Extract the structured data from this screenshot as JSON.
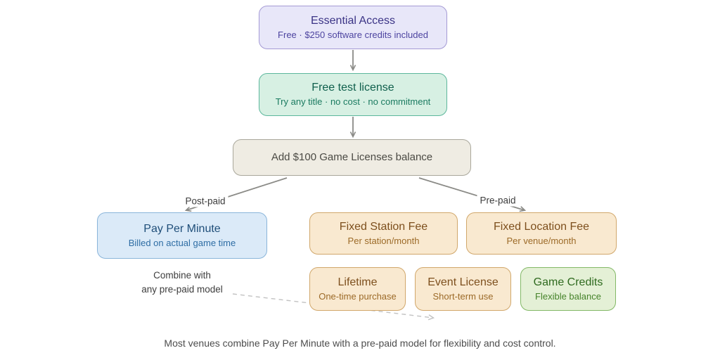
{
  "diagram": {
    "nodes": [
      {
        "id": "essential-access",
        "title": "Essential Access",
        "subtitle": "Free · $250 software credits included"
      },
      {
        "id": "free-test-license",
        "title": "Free test license",
        "subtitle": "Try any title · no cost · no commitment"
      },
      {
        "id": "add-balance",
        "title": "Add $100 Game Licenses balance",
        "subtitle": ""
      },
      {
        "id": "pay-per-minute",
        "title": "Pay Per Minute",
        "subtitle": "Billed on actual game time"
      },
      {
        "id": "fixed-station-fee",
        "title": "Fixed Station Fee",
        "subtitle": "Per station/month"
      },
      {
        "id": "fixed-location-fee",
        "title": "Fixed Location Fee",
        "subtitle": "Per venue/month"
      },
      {
        "id": "lifetime",
        "title": "Lifetime",
        "subtitle": "One-time purchase"
      },
      {
        "id": "event-license",
        "title": "Event License",
        "subtitle": "Short-term use"
      },
      {
        "id": "game-credits",
        "title": "Game Credits",
        "subtitle": "Flexible balance"
      }
    ],
    "edge_labels": {
      "left": "Post-paid",
      "right": "Pre-paid"
    },
    "note": {
      "line1": "Combine with",
      "line2": "any pre-paid model"
    },
    "caption": "Most venues combine Pay Per Minute with a pre-paid model for flexibility and cost control.",
    "colors": {
      "essential_bg": "#e8e7f9",
      "essential_border": "#a49ad4",
      "essential_text": "#3b3486",
      "mint_bg": "#d7f0e3",
      "mint_border": "#5cb79c",
      "mint_text": "#10604d",
      "neutral_bg": "#efece3",
      "neutral_border": "#a9a79b",
      "neutral_text": "#4b4a44",
      "blue_bg": "#dbeaf8",
      "blue_border": "#8ab5da",
      "blue_text": "#1f4e79",
      "tan_bg": "#f9e9d0",
      "tan_border": "#d1a76b",
      "tan_text": "#7d4f1d",
      "green_bg": "#e4f0d6",
      "green_border": "#82b866",
      "green_text": "#2f6a1f",
      "arrow": "#8b8b87",
      "dashed_arrow": "#c2c2c2"
    }
  }
}
